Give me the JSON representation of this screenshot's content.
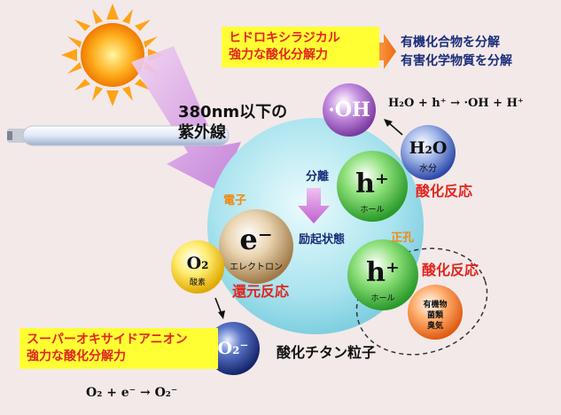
{
  "uv_text": [
    "380nm以下の",
    "紫外線"
  ],
  "top_box": [
    "ヒドロキシラジカル",
    "強力な酸化分解力"
  ],
  "top_right": [
    "有機化合物を分解",
    "有害化学物質を分解"
  ],
  "oh_symbol": "·OH",
  "oh_equation": "H₂O + h⁺ → ·OH + H⁺",
  "h2o": {
    "symbol": "H₂O",
    "label": "水分"
  },
  "hole1": {
    "symbol": "h⁺",
    "label": "ホール"
  },
  "hole2": {
    "symbol": "h⁺",
    "label": "ホール"
  },
  "oxidation1": "酸化反応",
  "oxidation2": "酸化反応",
  "separation": "分離",
  "excited": "励起状態",
  "electron_label": "電子",
  "electron": {
    "symbol": "e⁻",
    "label": "エレクトロン"
  },
  "positive_hole": "正孔",
  "o2": {
    "symbol": "O₂",
    "label": "酸素"
  },
  "reduction": "還元反応",
  "organic": [
    "有機物",
    "菌類",
    "臭気"
  ],
  "bottom_box": [
    "スーパーオキサイドアニオン",
    "強力な酸化分解力"
  ],
  "o2minus": "O₂⁻",
  "titania": "酸化チタン粒子",
  "o2_equation": "O₂ + e⁻ → O₂⁻",
  "colors": {
    "box_yellow": "#ffff33",
    "red_text": "#e0261e",
    "navy_text": "#1a2d7a",
    "orange_text": "#f08a10"
  }
}
